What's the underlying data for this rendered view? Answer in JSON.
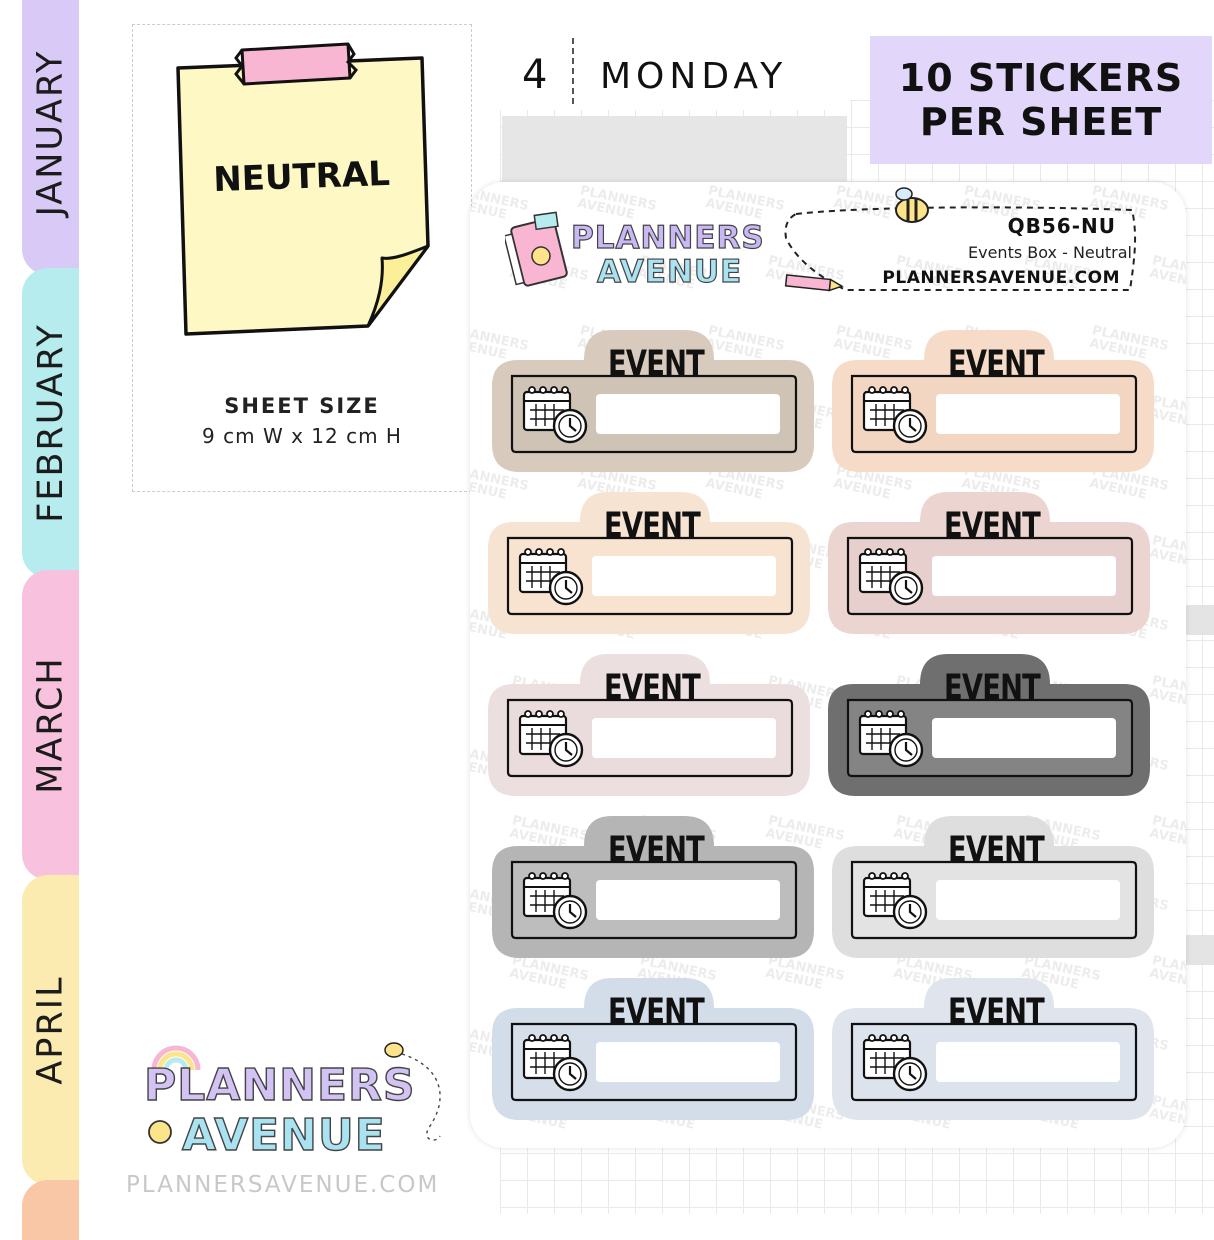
{
  "tabs": [
    {
      "label": "JANUARY",
      "color": "#d9c9f7"
    },
    {
      "label": "FEBRUARY",
      "color": "#b6eced"
    },
    {
      "label": "MARCH",
      "color": "#f8c2de"
    },
    {
      "label": "APRIL",
      "color": "#fcebb0"
    },
    {
      "label": "",
      "color": "#f9c7a5"
    }
  ],
  "note": {
    "label": "NEUTRAL",
    "color": "#fdf8c4",
    "tape_color": "#f8b6d2"
  },
  "sheet_size": {
    "title": "SHEET SIZE",
    "value": "9 cm W  x  12 cm H"
  },
  "day": {
    "number": "4",
    "name": "MONDAY"
  },
  "promo": {
    "line1": "10 STICKERS",
    "line2": "PER SHEET"
  },
  "brand": {
    "line1": "PLANNERS",
    "line2": "AVENUE"
  },
  "product": {
    "code": "QB56-NU",
    "description": "Events Box - Neutral",
    "url": "PLANNERSAVENUE.COM"
  },
  "footer_url": "PLANNERSAVENUE.COM",
  "watermark": "PLANNERS AVENUE",
  "stickers": [
    {
      "label": "EVENT",
      "outer": "#d8cbbd",
      "inner": "#cfc3b6"
    },
    {
      "label": "EVENT",
      "outer": "#f6dcc8",
      "inner": "#f3d6c2"
    },
    {
      "label": "EVENT",
      "outer": "#f6e3d2",
      "inner": "#f8e2d0"
    },
    {
      "label": "EVENT",
      "outer": "#ecd4d1",
      "inner": "#e7cfcd"
    },
    {
      "label": "EVENT",
      "outer": "#ecdfdf",
      "inner": "#eadcdc"
    },
    {
      "label": "EVENT",
      "outer": "#6f6f6f",
      "inner": "#848484"
    },
    {
      "label": "EVENT",
      "outer": "#b5b5b5",
      "inner": "#bdbdbd"
    },
    {
      "label": "EVENT",
      "outer": "#dedede",
      "inner": "#e3e3e3"
    },
    {
      "label": "EVENT",
      "outer": "#d3dce9",
      "inner": "#d6dee9"
    },
    {
      "label": "EVENT",
      "outer": "#dfe4ed",
      "inner": "#dde3ec"
    }
  ]
}
